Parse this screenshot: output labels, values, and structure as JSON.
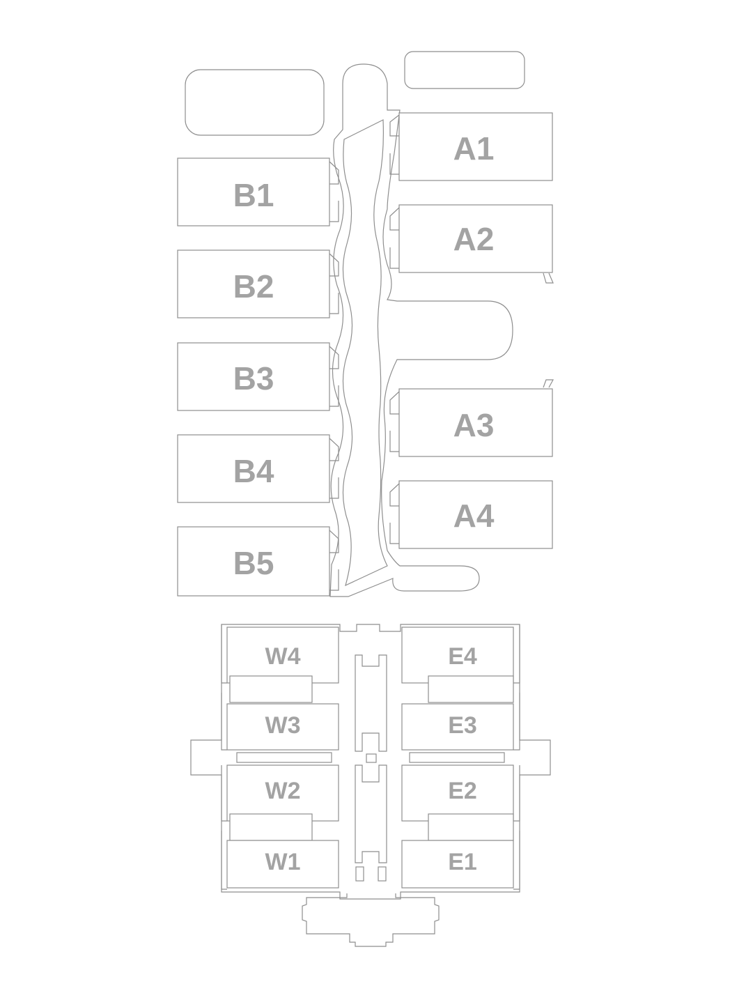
{
  "map": {
    "label_color": "#a3a3a3",
    "line_color": "#8e8e8e",
    "north_blocks": {
      "east_column": [
        "A1",
        "A2",
        "A3",
        "A4"
      ],
      "west_column": [
        "B1",
        "B2",
        "B3",
        "B4",
        "B5"
      ]
    },
    "south_wings": {
      "west": [
        "W4",
        "W3",
        "W2",
        "W1"
      ],
      "east": [
        "E4",
        "E3",
        "E2",
        "E1"
      ]
    }
  }
}
